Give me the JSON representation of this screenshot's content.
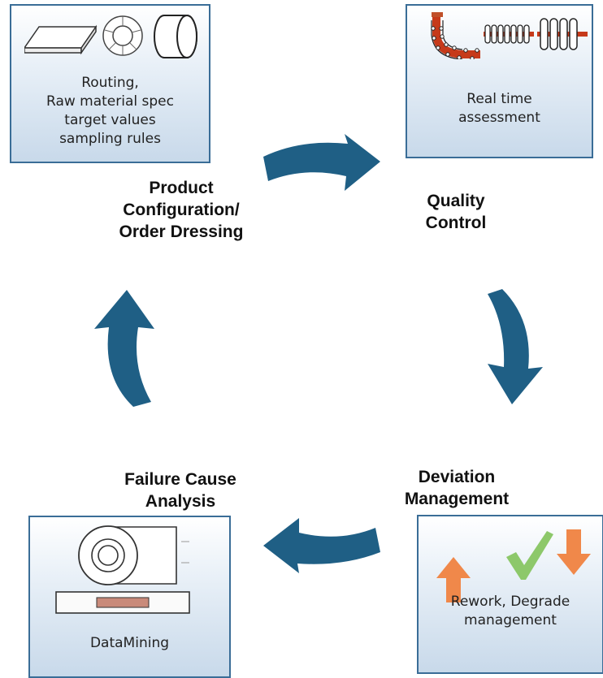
{
  "colors": {
    "arrow": "#1f5f85",
    "box_border": "#3a6d97",
    "up_arrow": "#f0884a",
    "check": "#8dc86a"
  },
  "stages": {
    "product": {
      "label": "Product\nConfiguration/\nOrder Dressing",
      "box_text": "Routing,\nRaw material spec\ntarget values\nsampling rules",
      "icons": [
        "plate-icon",
        "ring-icon",
        "cylinder-icon"
      ]
    },
    "quality": {
      "label": "Quality\nControl",
      "box_text": "Real time\nassessment",
      "icons": [
        "caster-icon",
        "roller-table-icon",
        "roller-table-icon"
      ]
    },
    "deviation": {
      "label": "Deviation\nManagement",
      "box_text": "Rework, Degrade\nmanagement",
      "icons": [
        "arrow-up-icon",
        "checkmark-icon",
        "arrow-down-icon"
      ]
    },
    "failure": {
      "label": "Failure Cause\nAnalysis",
      "box_text": "DataMining",
      "icons": [
        "coil-icon",
        "slab-icon"
      ]
    }
  }
}
